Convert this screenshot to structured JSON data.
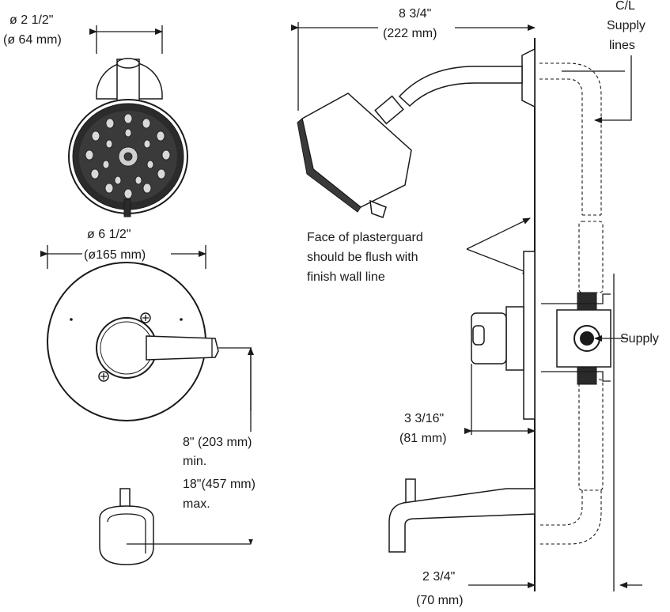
{
  "labels": {
    "arm_dim": "ø 2 1/2\"",
    "arm_dim_mm": "(ø 64 mm)",
    "plate_dim": "ø 6 1/2\"",
    "plate_dim_mm": "(ø165 mm)",
    "reach_dim": "8 3/4\"",
    "reach_dim_mm": "(222 mm)",
    "cl": "C/L",
    "supply": "Supply",
    "lines": "lines",
    "note_line1": "Face of plasterguard",
    "note_line2": "should be flush with",
    "note_line3": "finish wall line",
    "valve_supply": "Supply",
    "valve_dim": "3 3/16\"",
    "valve_dim_mm": "(81 mm)",
    "spout_min": "8\" (203 mm)",
    "spout_min_word": "min.",
    "spout_max": "18\"(457 mm)",
    "spout_max_word": "max.",
    "spout_dim": "2 3/4\"",
    "spout_dim_mm": "(70 mm)"
  }
}
